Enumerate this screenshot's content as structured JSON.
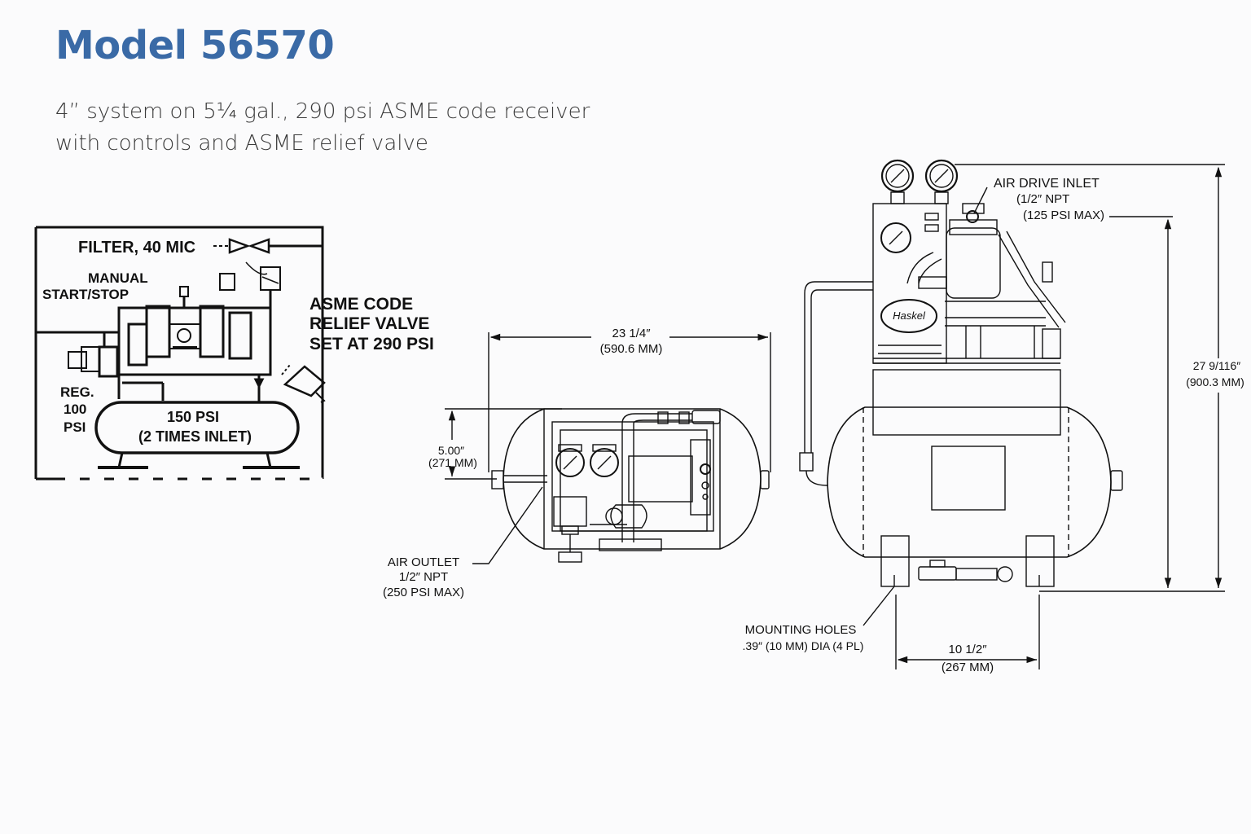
{
  "header": {
    "title": "Model 56570",
    "subtitle_line1": "4” system on 5¼ gal., 290 psi ASME code receiver",
    "subtitle_line2": "with controls and ASME relief valve"
  },
  "schematic": {
    "filter": "FILTER, 40 MIC",
    "manual_line1": "MANUAL",
    "manual_line2": "START/STOP",
    "reg_line1": "REG.",
    "reg_line2": "100",
    "reg_line3": "PSI",
    "tank_line1": "150 PSI",
    "tank_line2": "(2 TIMES INLET)",
    "relief_line1": "ASME CODE",
    "relief_line2": "RELIEF VALVE",
    "relief_line3": "SET AT  290 PSI"
  },
  "top_view": {
    "width_in": "23 1/4″",
    "width_mm": "(590.6 MM)",
    "offset_in": "5.00″",
    "offset_mm": "(271 MM)",
    "outlet_line1": "AIR OUTLET",
    "outlet_line2": "1/2″ NPT",
    "outlet_line3": "(250 PSI MAX)"
  },
  "side_view": {
    "inlet_line1": "AIR DRIVE INLET",
    "inlet_line2": "(1/2″ NPT",
    "inlet_line3": "(125 PSI MAX)",
    "height_in": "27 9/116″",
    "height_mm": "(900.3 MM)",
    "mount_line1": "MOUNTING HOLES",
    "mount_line2": ".39″ (10 MM)  DIA (4 PL)",
    "spacing_in": "10 1/2″",
    "spacing_mm": "(267 MM)",
    "logo_text": "Haskel"
  }
}
